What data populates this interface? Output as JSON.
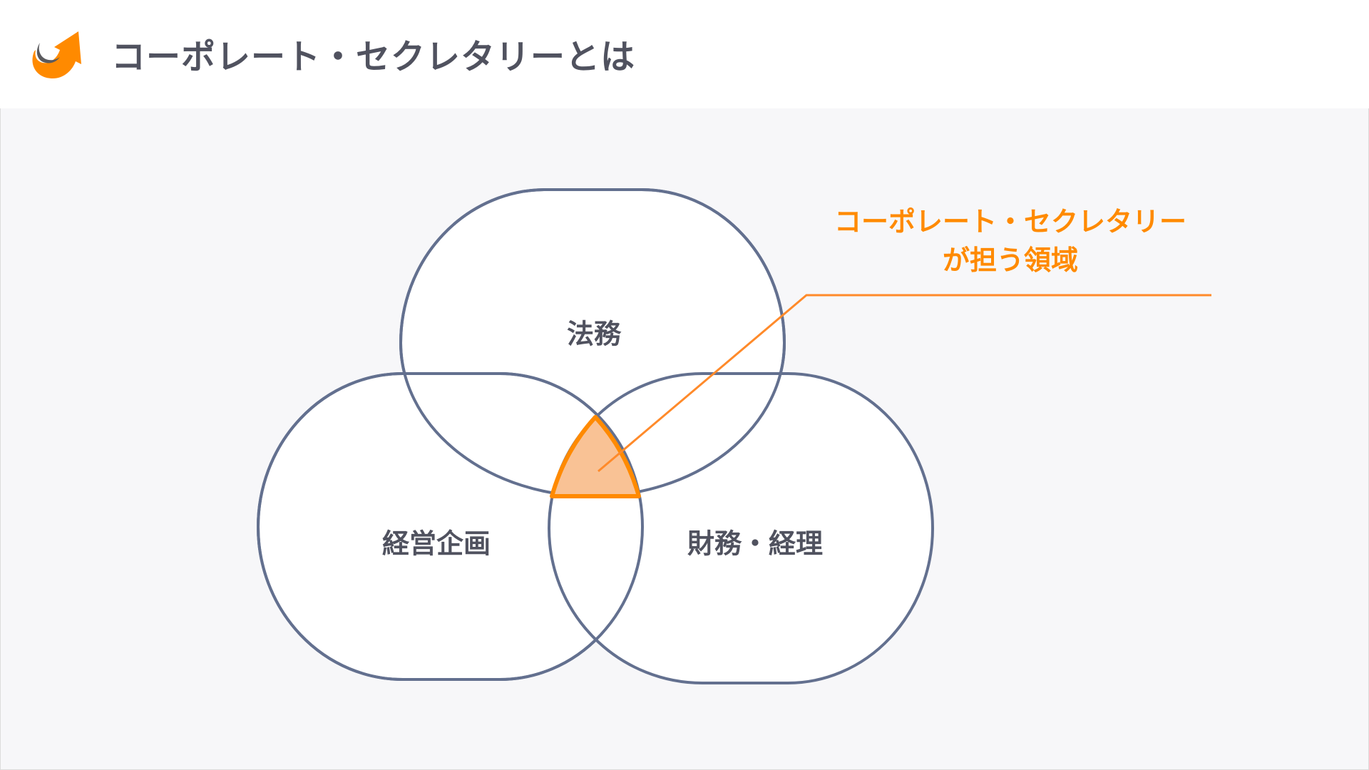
{
  "header": {
    "title": "コーポレート・セクレタリーとは",
    "logo": "orange-arrow-logo-icon"
  },
  "diagram": {
    "type": "venn",
    "circles": [
      {
        "id": "legal",
        "label": "法務"
      },
      {
        "id": "management-planning",
        "label": "経営企画"
      },
      {
        "id": "finance-accounting",
        "label": "財務・経理"
      }
    ],
    "callout": {
      "line1": "コーポレート・セクレタリー",
      "line2": "が担う領域"
    }
  },
  "colors": {
    "accent": "#ff8a00",
    "highlight_fill": "#f9c295",
    "circle_stroke": "#63708f",
    "text": "#50525f",
    "background": "#f7f7f9",
    "header_bg": "#ffffff"
  }
}
